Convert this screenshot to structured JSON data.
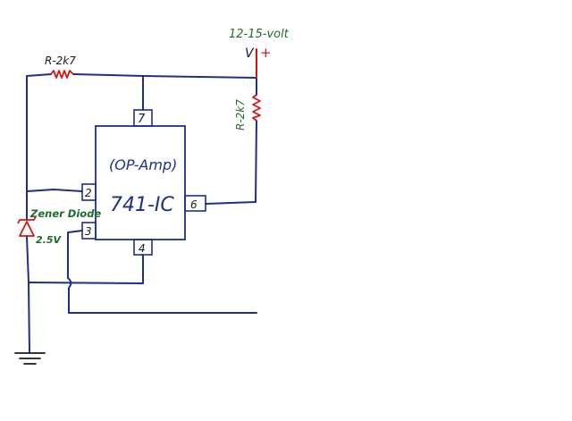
{
  "labels": {
    "supply": "12-15-volt",
    "v_label": "V",
    "plus_label": "+",
    "r_top": "R-2k7",
    "r_right": "R-2k7",
    "chip_line1": "(OP-Amp)",
    "chip_line2": "741-IC",
    "pin2": "2",
    "pin3": "3",
    "pin4": "4",
    "pin6": "6",
    "pin7": "7",
    "zener": "Zener Diode",
    "zener_voltage": "2.5V"
  },
  "colors": {
    "wire": "#1d2f8a",
    "resistor": "#d01818",
    "supply_line": "#d01818",
    "label_green": "#1f6b2a",
    "chip_text": "#1d2f8a",
    "ground": "#1a1a1a"
  },
  "icons": {
    "resistor": "zigzag-resistor-icon",
    "zener": "zener-diode-icon",
    "ground": "ground-symbol-icon"
  }
}
